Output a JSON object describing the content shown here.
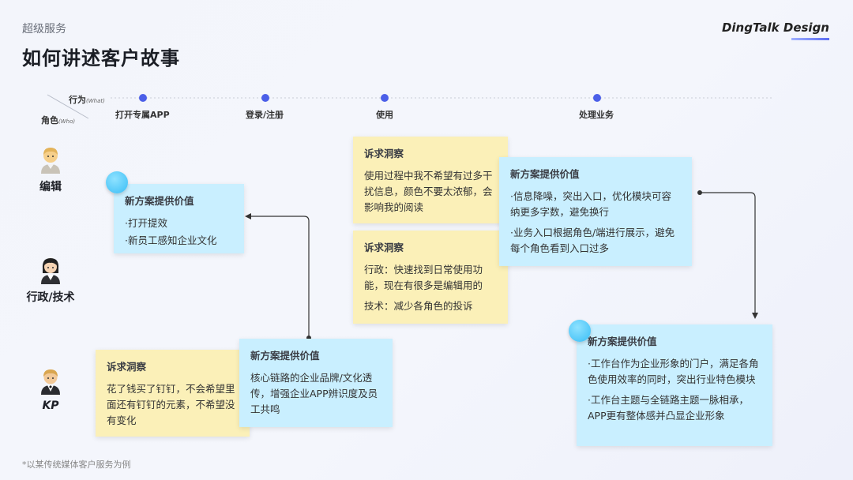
{
  "header": {
    "subtitle": "超级服务",
    "title": "如何讲述客户故事",
    "brand": "DingTalk Design"
  },
  "axis": {
    "what_label": "行为",
    "what_sub": "(What)",
    "who_label": "角色",
    "who_sub": "(Who)"
  },
  "steps": [
    "打开专属APP",
    "登录/注册",
    "使用",
    "处理业务"
  ],
  "roles": [
    "编辑",
    "行政/技术",
    "KP"
  ],
  "notes": {
    "n1": {
      "title": "新方案提供价值",
      "bullets": [
        "·打开提效",
        "·新员工感知企业文化"
      ]
    },
    "n2": {
      "title": "诉求洞察",
      "bullets": [
        "使用过程中我不希望有过多干扰信息，颜色不要太浓郁，会影响我的阅读"
      ]
    },
    "n3": {
      "title": "诉求洞察",
      "bullets": [
        "行政：快速找到日常使用功能，现在有很多是编辑用的",
        "技术：减少各角色的投诉"
      ]
    },
    "n4": {
      "title": "新方案提供价值",
      "bullets": [
        "·信息降噪，突出入口，优化模块可容纳更多字数，避免换行",
        "·业务入口根据角色/端进行展示，避免每个角色看到入口过多"
      ]
    },
    "n5": {
      "title": "诉求洞察",
      "bullets": [
        "花了钱买了钉钉，不会希望里面还有钉钉的元素，不希望没有变化"
      ]
    },
    "n6": {
      "title": "新方案提供价值",
      "bullets": [
        "核心链路的企业品牌/文化透传，增强企业APP辨识度及员工共鸣"
      ]
    },
    "n7": {
      "title": "新方案提供价值",
      "bullets": [
        "·工作台作为企业形象的门户，满足各角色使用效率的同时，突出行业特色模块",
        "·工作台主题与全链路主题一脉相承，APP更有整体感并凸显企业形象"
      ]
    }
  },
  "footnote": "*以某传统媒体客户服务为例",
  "colors": {
    "accent": "#4b5fe8",
    "note_yellow": "#fbf0b8",
    "note_blue": "#c9efff",
    "pin": "#38bdf6"
  },
  "icons": {
    "avatar_1": "editor-avatar-icon",
    "avatar_2": "admin-avatar-icon",
    "avatar_3": "kp-avatar-icon"
  }
}
